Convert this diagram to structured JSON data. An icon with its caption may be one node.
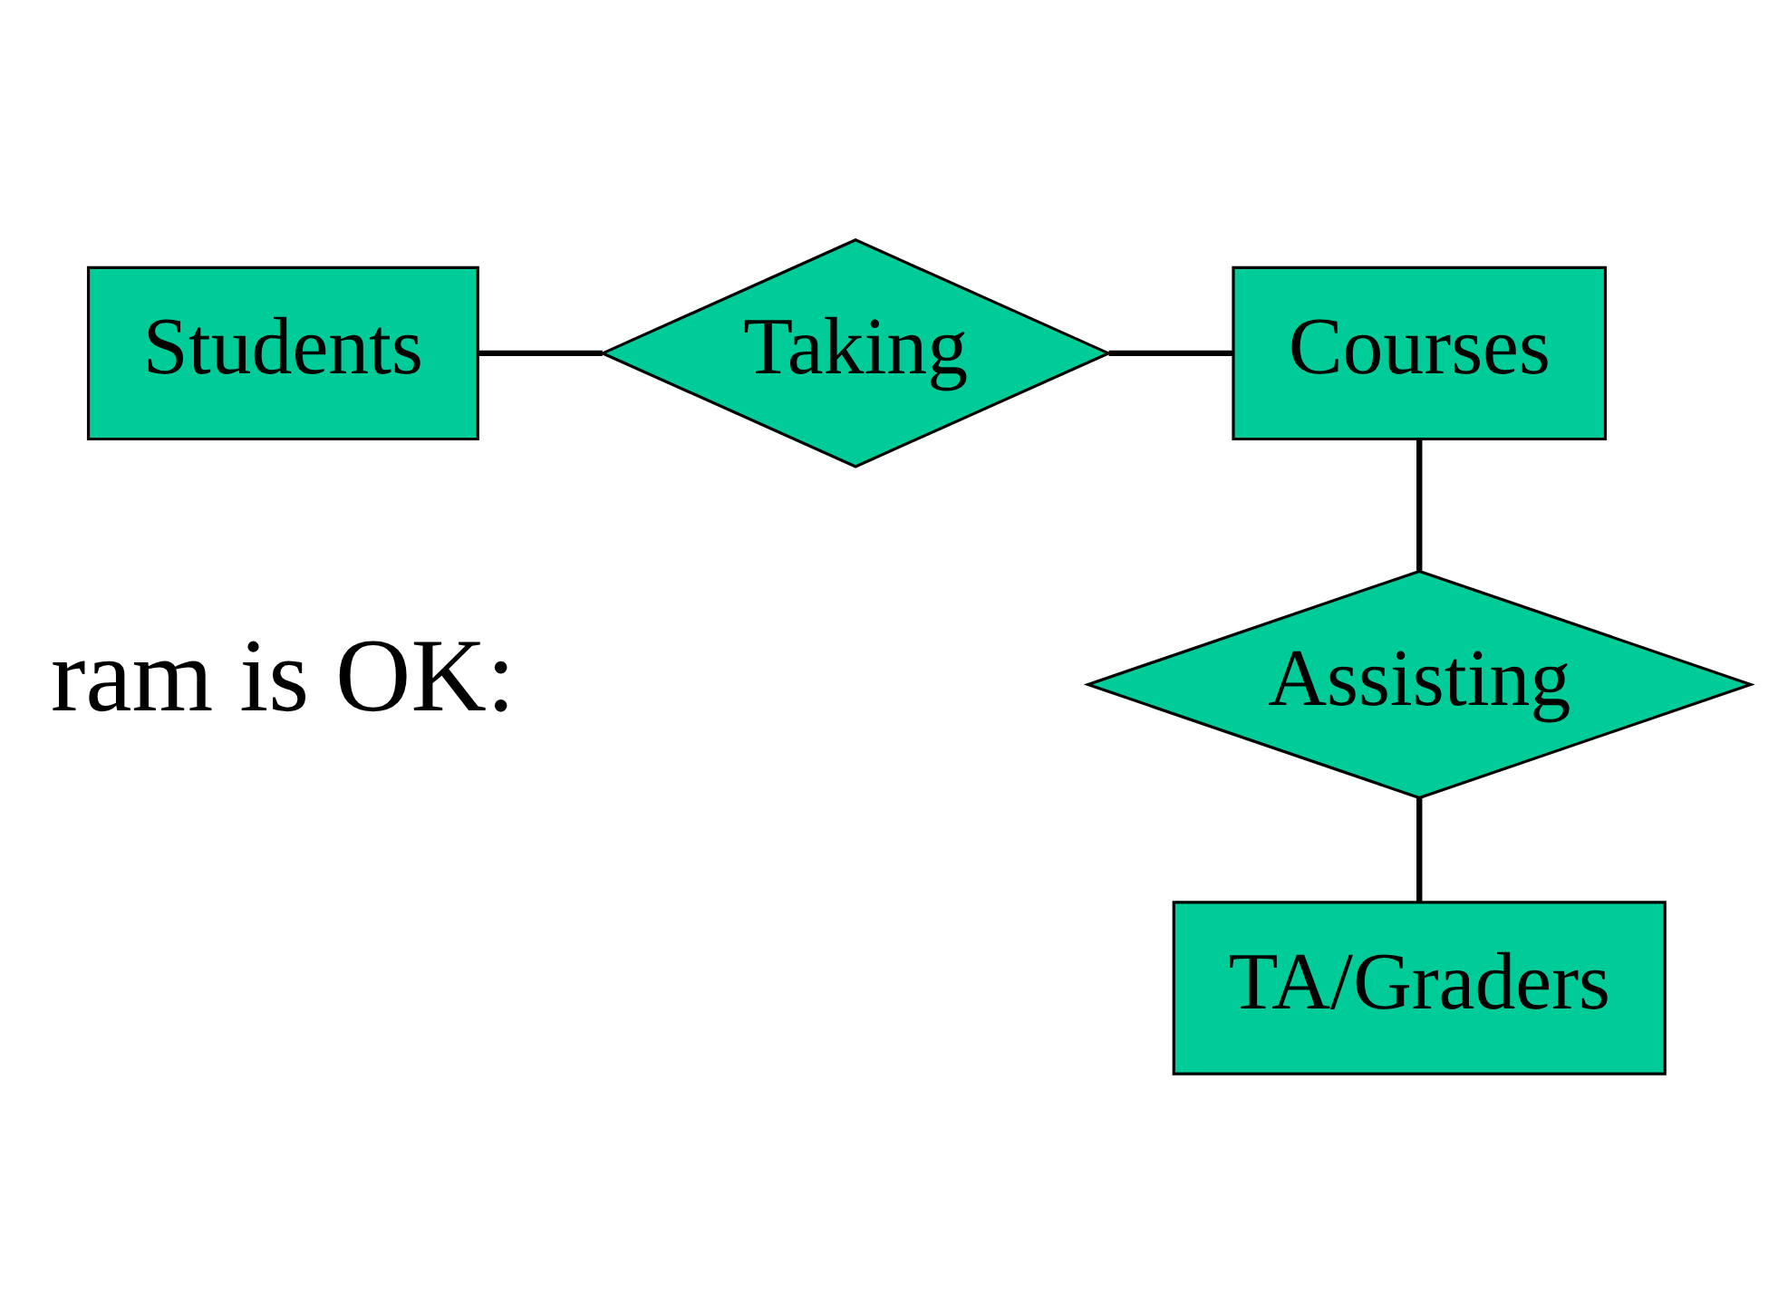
{
  "diagram": {
    "nodes": [
      {
        "text": [
          "Students"
        ]
      },
      {
        "text": [
          "Taking"
        ]
      },
      {
        "text": [
          "Courses"
        ]
      },
      {
        "text": [
          "Assisting"
        ]
      },
      {
        "text": [
          "TA/Graders"
        ]
      }
    ],
    "edges": [
      {
        "from": 0,
        "to": 1,
        "arrow": "none"
      },
      {
        "from": 1,
        "to": 2,
        "arrow": "none"
      },
      {
        "from": 2,
        "to": 3,
        "arrow": "none"
      },
      {
        "from": 3,
        "to": 4,
        "arrow": "none"
      }
    ],
    "labels": [
      "ram is OK:"
    ]
  }
}
